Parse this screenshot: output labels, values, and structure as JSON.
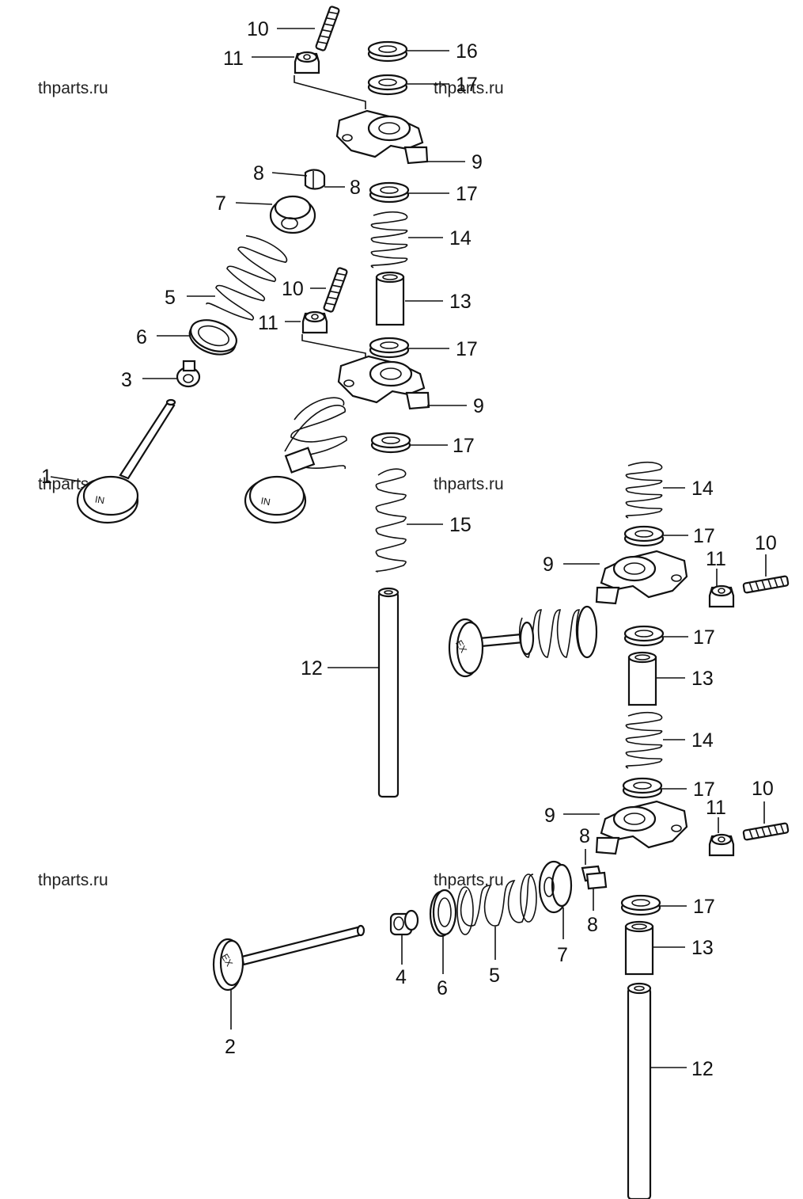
{
  "watermark": "thparts.ru",
  "valve_marks": {
    "intake": "IN",
    "exhaust": "EX"
  },
  "labels": {
    "n1": "1",
    "n2": "2",
    "n3": "3",
    "n4": "4",
    "n5": "5",
    "n6": "6",
    "n7": "7",
    "n8": "8",
    "n9": "9",
    "n10": "10",
    "n11": "11",
    "n12": "12",
    "n13": "13",
    "n14": "14",
    "n15": "15",
    "n16": "16",
    "n17": "17"
  }
}
